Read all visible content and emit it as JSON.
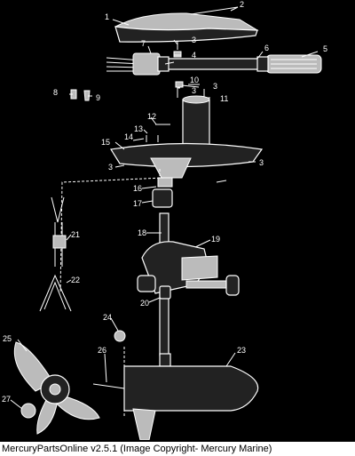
{
  "footer": {
    "text": "MercuryPartsOnline v2.5.1 (Image Copyright- Mercury Marine)"
  },
  "callouts": [
    "1",
    "2",
    "3",
    "4",
    "5",
    "6",
    "7",
    "3",
    "3",
    "8",
    "9",
    "10",
    "11",
    "12",
    "13",
    "14",
    "15",
    "3",
    "3",
    "16",
    "17",
    "18",
    "19",
    "20",
    "21",
    "22",
    "23",
    "24",
    "25",
    "26",
    "27"
  ]
}
